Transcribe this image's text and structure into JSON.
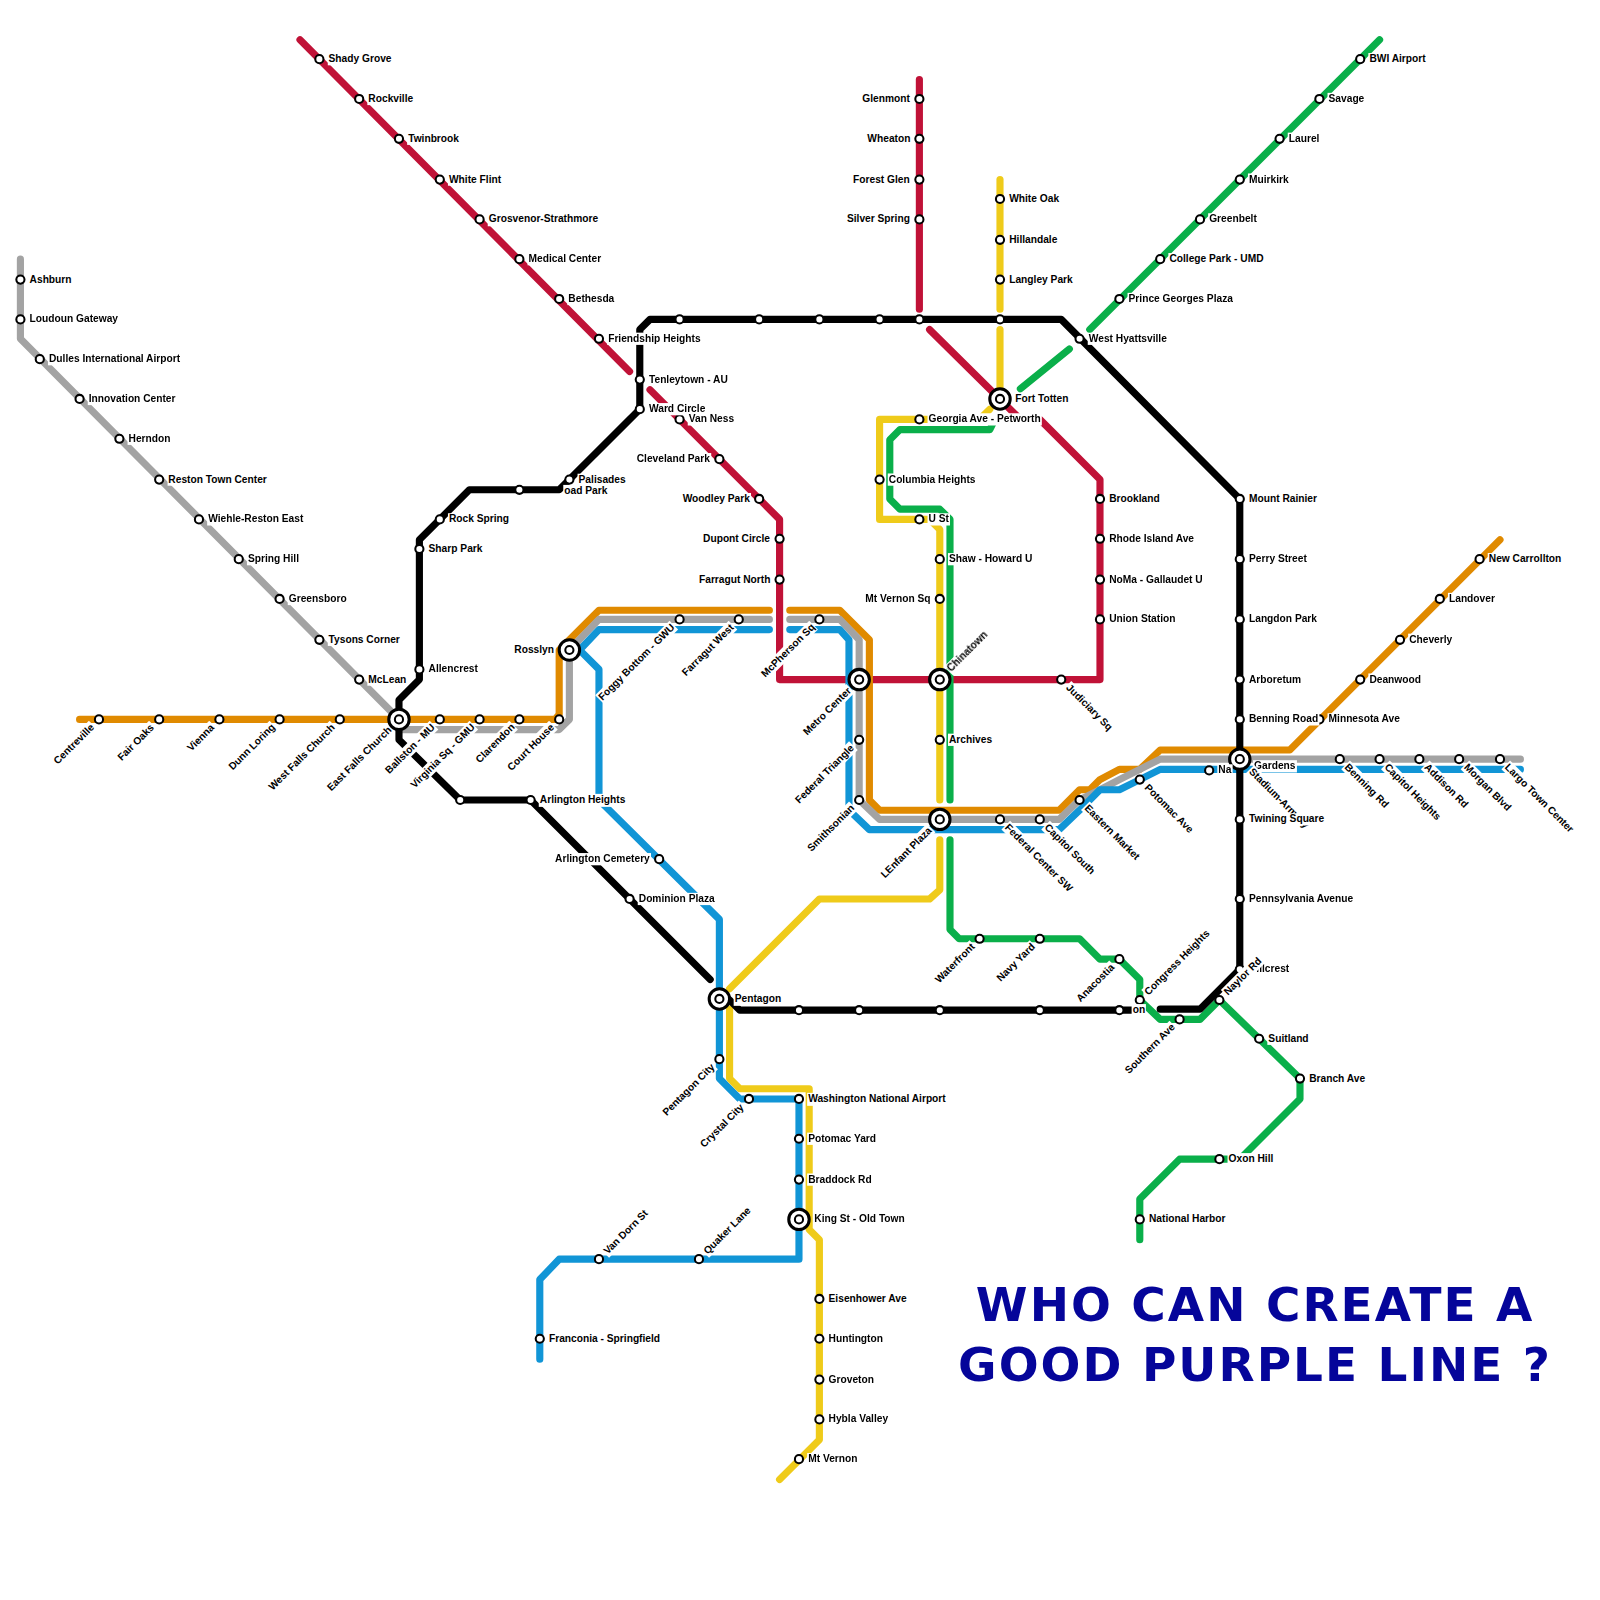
{
  "diagram": {
    "title": "WHO CAN CREATE A GOOD PURPLE LINE ?",
    "labels": [
      "Shady Grove",
      "Rockville",
      "Twinbrook",
      "White Flint",
      "Grosvenor-Strathmore",
      "Medical Center",
      "Bethesda",
      "Friendship Heights",
      "Tenleytown - AU",
      "Ward Circle",
      "Van Ness",
      "Cleveland Park",
      "Woodley Park",
      "Dupont Circle",
      "Farragut North",
      "Glenmont",
      "Wheaton",
      "Forest Glen",
      "Silver Spring",
      "White Oak",
      "Hillandale",
      "Langley Park",
      "BWI Airport",
      "Savage",
      "Laurel",
      "Muirkirk",
      "Greenbelt",
      "College Park - UMD",
      "Prince Georges Plaza",
      "West Hyattsville",
      "Fort Totten",
      "Georgia Ave - Petworth",
      "Columbia Heights",
      "U St",
      "Shaw - Howard U",
      "Mt Vernon Sq",
      "Brookland",
      "Rhode Island Ave",
      "NoMa - Gallaudet U",
      "Union Station",
      "Ashburn",
      "Loudoun Gateway",
      "Dulles International Airport",
      "Innovation Center",
      "Herndon",
      "Reston Town Center",
      "Wiehle-Reston East",
      "Spring Hill",
      "Greensboro",
      "Tysons Corner",
      "McLean",
      "Rock Spring",
      "Sharp Park",
      "Palisades",
      "oad Park",
      "Allencrest",
      "Rosslyn",
      "Centreville",
      "Fair Oaks",
      "Vienna",
      "Dunn Loring",
      "West Falls Church",
      "East Falls Church",
      "Ballston - MU",
      "Virginia Sq - GMU",
      "Clarendon",
      "Court House",
      "Foggy Bottom - GWU",
      "Farragut West",
      "McPherson Sq",
      "Metro Center",
      "Chinatown",
      "Judiciary Sq",
      "Federal Triangle",
      "Archives",
      "Smithsonian",
      "LEnfant Plaza",
      "Federal Center SW",
      "Capitol South",
      "Eastern Market",
      "Potomac Ave",
      "Mount Rainier",
      "Perry Street",
      "Langdon Park",
      "Arboretum",
      "Benning Road",
      "Na",
      "Gardens",
      "Stadium-Armory",
      "New Carrollton",
      "Landover",
      "Cheverly",
      "Deanwood",
      "Minnesota Ave",
      "Benning Rd",
      "Capitol Heights",
      "Addison Rd",
      "Morgan Blvd",
      "Largo Town Center",
      "Twining Square",
      "Pennsylvania Avenue",
      "Hillcrest",
      "Arlington Heights",
      "Arlington Cemetery",
      "Dominion Plaza",
      "Waterfront",
      "Navy Yard",
      "Anacostia",
      "Congress Heights",
      "on",
      "Southern Ave",
      "Naylor Rd",
      "Suitland",
      "Branch Ave",
      "Oxon Hill",
      "National Harbor",
      "Pentagon",
      "Pentagon City",
      "Crystal City",
      "Washington National Airport",
      "Potomac Yard",
      "Braddock Rd",
      "King St - Old Town",
      "Van Dorn St",
      "Quaker Lane",
      "Franconia - Springfield",
      "Eisenhower Ave",
      "Huntington",
      "Groveton",
      "Hybla Valley",
      "Mt Vernon"
    ]
  }
}
